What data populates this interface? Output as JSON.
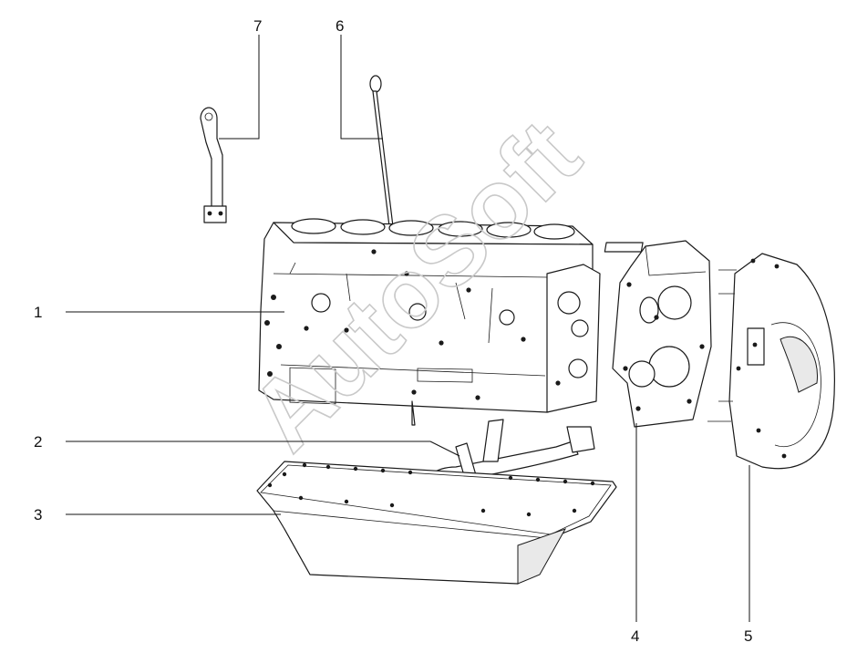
{
  "callouts": [
    {
      "id": "1",
      "label": "1"
    },
    {
      "id": "2",
      "label": "2"
    },
    {
      "id": "3",
      "label": "3"
    },
    {
      "id": "4",
      "label": "4"
    },
    {
      "id": "5",
      "label": "5"
    },
    {
      "id": "6",
      "label": "6"
    },
    {
      "id": "7",
      "label": "7"
    }
  ],
  "watermark": "AutoSoft"
}
